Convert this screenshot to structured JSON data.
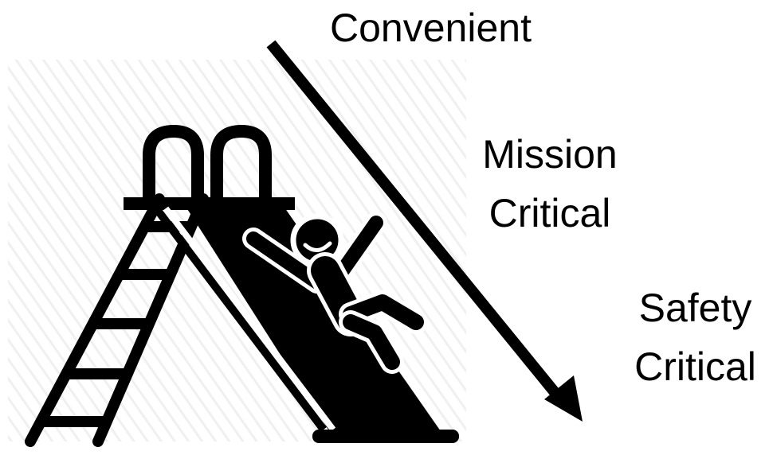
{
  "labels": {
    "convenient": "Convenient",
    "mission_line1": "Mission",
    "mission_line2": "Critical",
    "safety_line1": "Safety",
    "safety_line2": "Critical"
  },
  "colors": {
    "ink": "#000000",
    "background": "#ffffff",
    "hatch": "#f2f2f2"
  },
  "icons": {
    "slide": "playground-slide-icon",
    "child": "sliding-child-icon",
    "arrow": "down-right-arrow"
  }
}
